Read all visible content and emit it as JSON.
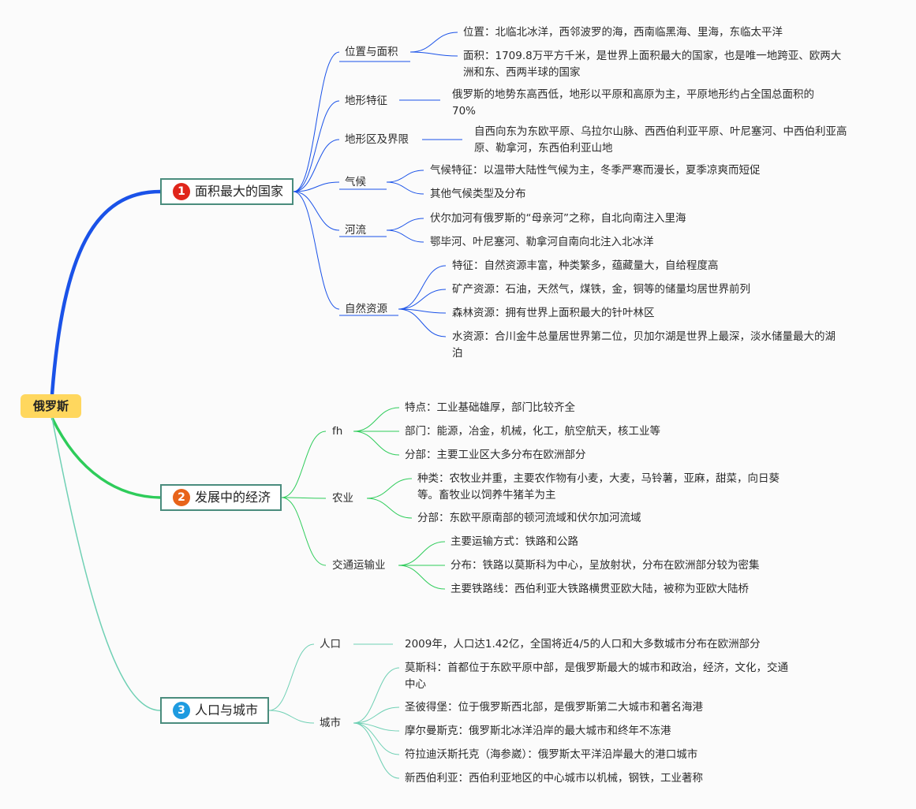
{
  "root": "俄罗斯",
  "topics": [
    {
      "num": "1",
      "label": "面积最大的国家",
      "color": "#1a52e8",
      "badge_color": "#e0261b",
      "subs": [
        {
          "label": "位置与面积",
          "leaves": [
            "位置：北临北冰洋，西邻波罗的海，西南临黑海、里海，东临太平洋",
            "面积：1709.8万平方千米，是世界上面积最大的国家，也是唯一地跨亚、欧两大洲和东、西两半球的国家"
          ]
        },
        {
          "label": "地形特征",
          "leaves": [
            "俄罗斯的地势东高西低，地形以平原和高原为主，平原地形约占全国总面积的70%"
          ]
        },
        {
          "label": "地形区及界限",
          "leaves": [
            "自西向东为东欧平原、乌拉尔山脉、西西伯利亚平原、叶尼塞河、中西伯利亚高原、勒拿河，东西伯利亚山地"
          ]
        },
        {
          "label": "气候",
          "leaves": [
            "气候特征：以温带大陆性气候为主，冬季严寒而漫长，夏季凉爽而短促",
            "其他气候类型及分布"
          ]
        },
        {
          "label": "河流",
          "leaves": [
            "伏尔加河有俄罗斯的“母亲河”之称，自北向南注入里海",
            "鄂毕河、叶尼塞河、勒拿河自南向北注入北冰洋"
          ]
        },
        {
          "label": "自然资源",
          "leaves": [
            "特征：自然资源丰富，种类繁多，蕴藏量大，自给程度高",
            "矿产资源：石油，天然气，煤铁，金，铜等的储量均居世界前列",
            "森林资源：拥有世界上面积最大的针叶林区",
            "水资源：合川金牛总量居世界第二位，贝加尔湖是世界上最深，淡水储量最大的湖泊"
          ]
        }
      ]
    },
    {
      "num": "2",
      "label": "发展中的经济",
      "color": "#2ecc5a",
      "badge_color": "#e8641b",
      "subs": [
        {
          "label": "fh",
          "leaves": [
            "特点：工业基础雄厚，部门比较齐全",
            "部门：能源，冶金，机械，化工，航空航天，核工业等",
            "分部：主要工业区大多分布在欧洲部分"
          ]
        },
        {
          "label": "农业",
          "leaves": [
            "种类：农牧业并重，主要农作物有小麦，大麦，马铃薯，亚麻，甜菜，向日葵等。畜牧业以饲养牛猪羊为主",
            "分部：东欧平原南部的顿河流域和伏尔加河流域"
          ]
        },
        {
          "label": "交通运输业",
          "leaves": [
            "主要运输方式：铁路和公路",
            "分布：铁路以莫斯科为中心，呈放射状，分布在欧洲部分较为密集",
            "主要铁路线：西伯利亚大铁路横贯亚欧大陆，被称为亚欧大陆桥"
          ]
        }
      ]
    },
    {
      "num": "3",
      "label": "人口与城市",
      "color": "#6fd0b4",
      "badge_color": "#1e9be0",
      "subs": [
        {
          "label": "人口",
          "leaves": [
            "2009年，人口达1.42亿，全国将近4/5的人口和大多数城市分布在欧洲部分"
          ]
        },
        {
          "label": "城市",
          "leaves": [
            "莫斯科：首都位于东欧平原中部，是俄罗斯最大的城市和政治，经济，文化，交通中心",
            "圣彼得堡：位于俄罗斯西北部，是俄罗斯第二大城市和著名海港",
            "摩尔曼斯克：俄罗斯北冰洋沿岸的最大城市和终年不冻港",
            "符拉迪沃斯托克（海参崴）：俄罗斯太平洋沿岸最大的港口城市",
            "新西伯利亚：西伯利亚地区的中心城市以机械，钢铁，工业著称"
          ]
        }
      ]
    }
  ]
}
